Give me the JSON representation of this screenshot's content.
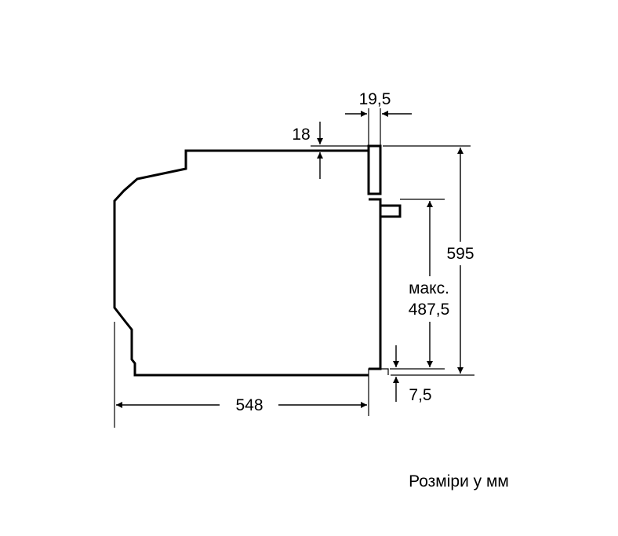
{
  "dimensions": {
    "width_depth": "548",
    "height_total": "595",
    "height_inner_prefix": "макс.",
    "height_inner": "487,5",
    "door_thickness": "19,5",
    "top_offset": "18",
    "bottom_offset": "7,5"
  },
  "caption": "Розміри у мм",
  "colors": {
    "line": "#000000",
    "background": "#ffffff"
  }
}
